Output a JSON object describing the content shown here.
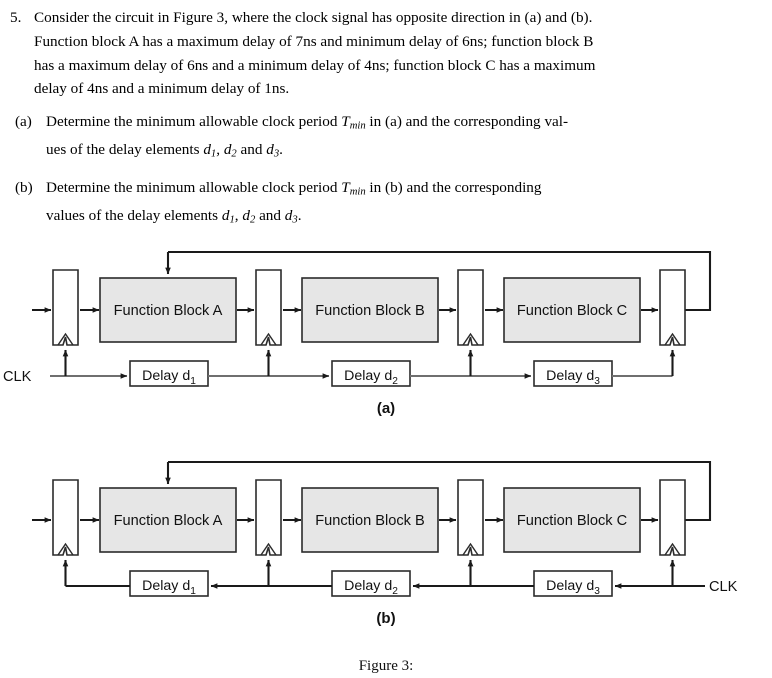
{
  "question": {
    "number": "5.",
    "lines": [
      "Consider the circuit in Figure 3, where the clock signal has opposite direction in (a) and (b).",
      "Function block A has a maximum delay of 7ns and minimum delay of 6ns; function block B",
      "has a maximum delay of 6ns and a minimum delay of 4ns; function block C has a maximum",
      "delay of 4ns and a minimum delay of 1ns."
    ],
    "parts": [
      {
        "label": "(a)",
        "line1_pre": "Determine the minimum allowable clock period ",
        "line1_sym": "T",
        "line1_sub": "min",
        "line1_post": " in (a) and the corresponding val-",
        "line2_pre": "ues of the delay elements ",
        "line2_d1": "d",
        "line2_d1s": "1",
        "line2_sep1": ", ",
        "line2_d2": "d",
        "line2_d2s": "2",
        "line2_sep2": " and ",
        "line2_d3": "d",
        "line2_d3s": "3",
        "line2_end": "."
      },
      {
        "label": "(b)",
        "line1_pre": "Determine the minimum allowable clock period ",
        "line1_sym": "T",
        "line1_sub": "min",
        "line1_post": " in (b) and the corresponding",
        "line2_pre": "values of the delay elements ",
        "line2_d1": "d",
        "line2_d1s": "1",
        "line2_sep1": ", ",
        "line2_d2": "d",
        "line2_d2s": "2",
        "line2_sep2": " and ",
        "line2_d3": "d",
        "line2_d3s": "3",
        "line2_end": "."
      }
    ]
  },
  "figure": {
    "caption": "Figure 3:",
    "diagram_a": {
      "label": "(a)",
      "clock_label": "CLK",
      "clock_direction": "left-to-right",
      "blocks": [
        {
          "name": "Function Block A"
        },
        {
          "name": "Function Block B"
        },
        {
          "name": "Function Block C"
        }
      ],
      "delays": [
        {
          "pre": "Delay d",
          "sub": "1"
        },
        {
          "pre": "Delay d",
          "sub": "2"
        },
        {
          "pre": "Delay d",
          "sub": "3"
        }
      ],
      "flipflop_count": 4,
      "feedback": "output of last flip-flop wraps around to top input of Function Block A"
    },
    "diagram_b": {
      "label": "(b)",
      "clock_label": "CLK",
      "clock_direction": "right-to-left",
      "blocks": [
        {
          "name": "Function Block A"
        },
        {
          "name": "Function Block B"
        },
        {
          "name": "Function Block C"
        }
      ],
      "delays": [
        {
          "pre": "Delay d",
          "sub": "1"
        },
        {
          "pre": "Delay d",
          "sub": "2"
        },
        {
          "pre": "Delay d",
          "sub": "3"
        }
      ],
      "flipflop_count": 4,
      "feedback": "output of last flip-flop wraps around to top input of Function Block A"
    }
  },
  "colors": {
    "block_fill": "#e6e6e6",
    "block_stroke": "#2b2b2b",
    "ff_fill": "#ffffff",
    "wire": "#1a1a1a",
    "clock_wire": "#6f6f6f",
    "page_bg": "#ffffff"
  }
}
